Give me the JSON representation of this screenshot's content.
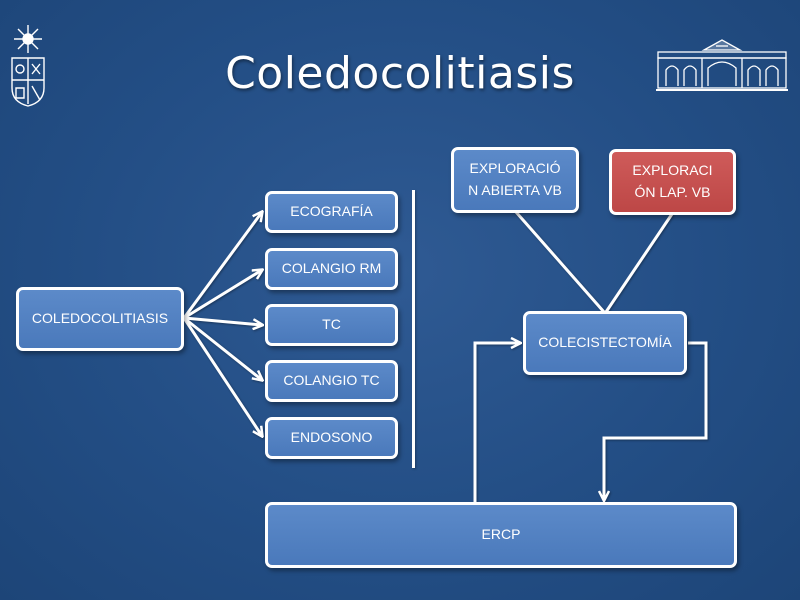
{
  "title": "Coledocolitiasis",
  "nodes": {
    "source": "COLEDOCOLITIASIS",
    "diagnostics": [
      "ECOGRAFÍA",
      "COLANGIO RM",
      "TC",
      "COLANGIO TC",
      "ENDOSONO"
    ],
    "open_exploration": "EXPLORACIÓN ABIERTA VB",
    "lap_exploration": "EXPLORACIÓN LAP. VB",
    "cholecystectomy": "COLECISTECTOMÍA",
    "ercp": "ERCP"
  },
  "colors": {
    "background": "#234e85",
    "box": "#4f7fc0",
    "box_alert": "#c55050",
    "line": "#ffffff"
  }
}
